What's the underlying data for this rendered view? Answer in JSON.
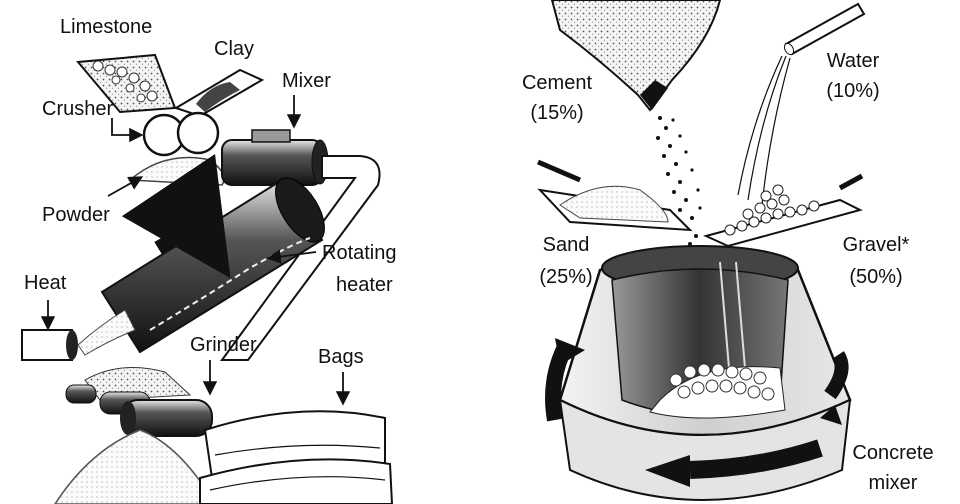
{
  "cement_process": {
    "limestone": "Limestone",
    "clay": "Clay",
    "mixer": "Mixer",
    "crusher": "Crusher",
    "powder": "Powder",
    "rotating": "Rotating",
    "heater": "heater",
    "heat": "Heat",
    "grinder": "Grinder",
    "bags": "Bags"
  },
  "concrete_process": {
    "cement": "Cement",
    "cement_pct": "(15%)",
    "water": "Water",
    "water_pct": "(10%)",
    "sand": "Sand",
    "sand_pct": "(25%)",
    "gravel": "Gravel*",
    "gravel_pct": "(50%)",
    "concrete": "Concrete",
    "mixer": "mixer"
  }
}
